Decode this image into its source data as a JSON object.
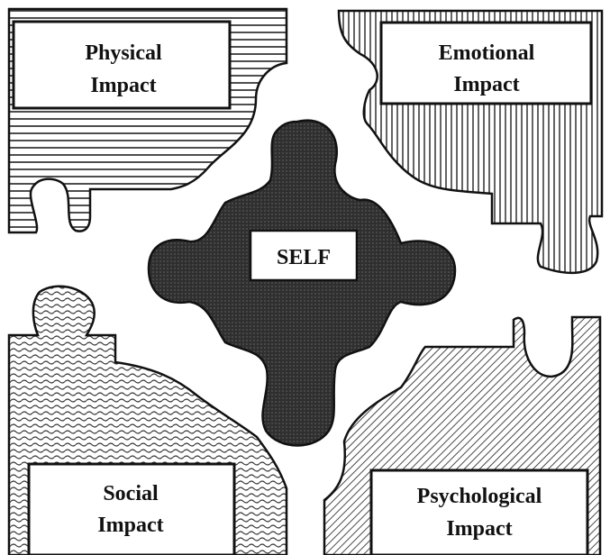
{
  "diagram": {
    "center": {
      "label": "SELF",
      "color": "#2f2f2f"
    },
    "pieces": [
      {
        "id": "physical",
        "line1": "Physical",
        "line2": "Impact",
        "pattern": "horizontal-lines"
      },
      {
        "id": "emotional",
        "line1": "Emotional",
        "line2": "Impact",
        "pattern": "vertical-lines"
      },
      {
        "id": "social",
        "line1": "Social",
        "line2": "Impact",
        "pattern": "wavy-lines"
      },
      {
        "id": "psychological",
        "line1": "Psychological",
        "line2": "Impact",
        "pattern": "diagonal-lines"
      }
    ]
  }
}
